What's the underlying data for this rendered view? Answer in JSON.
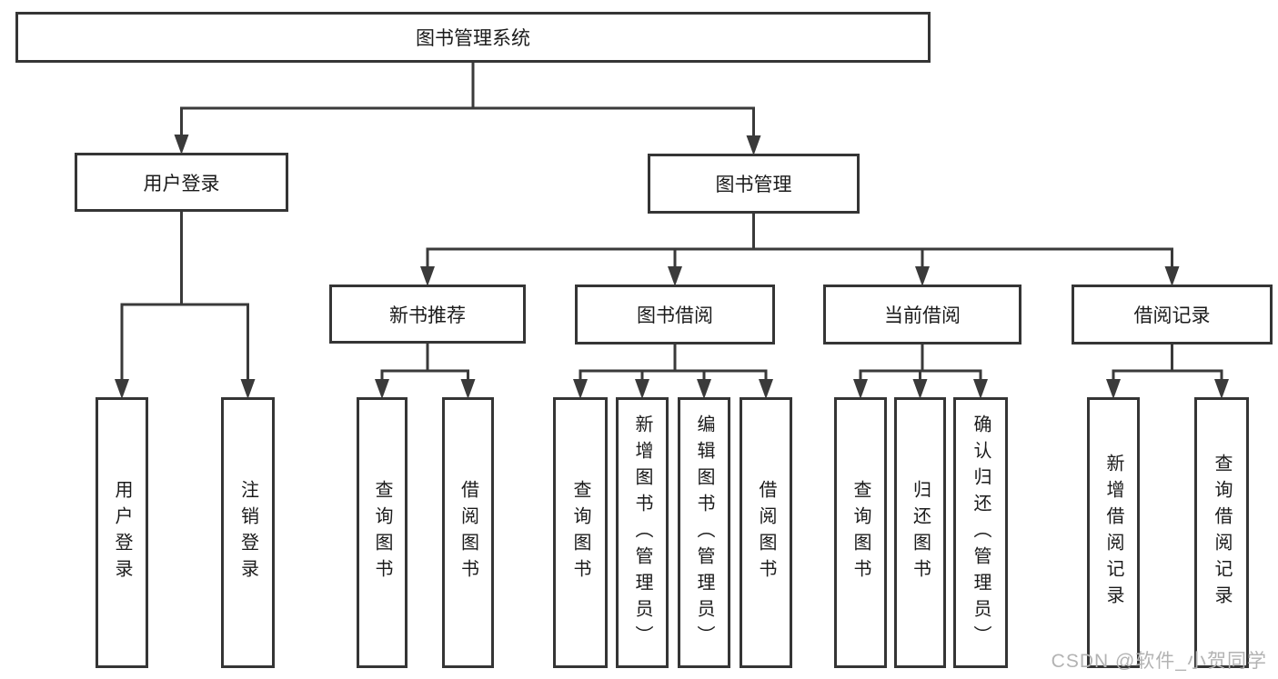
{
  "diagram": {
    "title": "图书管理系统",
    "type": "functional-structure-tree"
  },
  "nodes": [
    {
      "id": "library-system",
      "label": "图书管理系统",
      "parent": null,
      "vertical": false
    },
    {
      "id": "user-login",
      "label": "用户登录",
      "parent": "library-system",
      "vertical": false
    },
    {
      "id": "book-management",
      "label": "图书管理",
      "parent": "library-system",
      "vertical": false
    },
    {
      "id": "user-login-action",
      "label": "用户登录",
      "parent": "user-login",
      "vertical": true
    },
    {
      "id": "logout-action",
      "label": "注销登录",
      "parent": "user-login",
      "vertical": true
    },
    {
      "id": "new-book-recommend",
      "label": "新书推荐",
      "parent": "book-management",
      "vertical": false
    },
    {
      "id": "book-borrow",
      "label": "图书借阅",
      "parent": "book-management",
      "vertical": false
    },
    {
      "id": "current-borrow",
      "label": "当前借阅",
      "parent": "book-management",
      "vertical": false
    },
    {
      "id": "borrow-records",
      "label": "借阅记录",
      "parent": "book-management",
      "vertical": false
    },
    {
      "id": "query-books-recommend",
      "label": "查询图书",
      "parent": "new-book-recommend",
      "vertical": true
    },
    {
      "id": "borrow-books-recommend",
      "label": "借阅图书",
      "parent": "new-book-recommend",
      "vertical": true
    },
    {
      "id": "query-books-borrow",
      "label": "查询图书",
      "parent": "book-borrow",
      "vertical": true
    },
    {
      "id": "add-book-admin",
      "label": "新增图书（管理员）",
      "parent": "book-borrow",
      "vertical": true
    },
    {
      "id": "edit-book-admin",
      "label": "编辑图书（管理员）",
      "parent": "book-borrow",
      "vertical": true
    },
    {
      "id": "borrow-books-borrow",
      "label": "借阅图书",
      "parent": "book-borrow",
      "vertical": true
    },
    {
      "id": "query-books-current",
      "label": "查询图书",
      "parent": "current-borrow",
      "vertical": true
    },
    {
      "id": "return-book",
      "label": "归还图书",
      "parent": "current-borrow",
      "vertical": true
    },
    {
      "id": "confirm-return-admin",
      "label": "确认归还（管理员）",
      "parent": "current-borrow",
      "vertical": true
    },
    {
      "id": "add-borrow-record",
      "label": "新增借阅记录",
      "parent": "borrow-records",
      "vertical": true
    },
    {
      "id": "query-borrow-record",
      "label": "查询借阅记录",
      "parent": "borrow-records",
      "vertical": true
    }
  ],
  "colors": {
    "line": "#3a3a3a",
    "box_border": "#353535",
    "text": "#1b1b1b",
    "background": "#ffffff",
    "watermark": "#b3b3b3"
  },
  "watermark": {
    "text": "CSDN @软件_小贺同学"
  }
}
